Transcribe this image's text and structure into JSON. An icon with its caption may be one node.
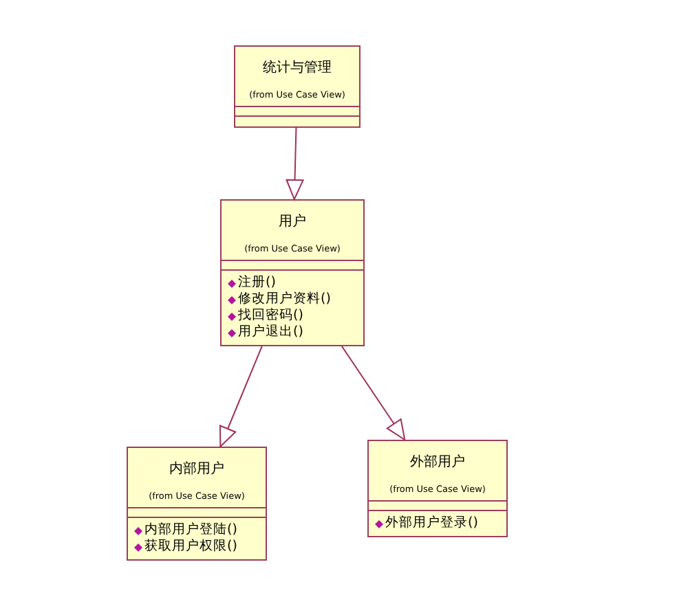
{
  "diagram": {
    "nodes": [
      {
        "text": [
          "统计与管理",
          "(from Use Case View)"
        ]
      },
      {
        "text": [
          "用户",
          "(from Use Case View)",
          "注册()",
          "修改用户资料()",
          "找回密码()",
          "用户退出()"
        ]
      },
      {
        "text": [
          "内部用户",
          "(from Use Case View)",
          "内部用户登陆()",
          "获取用户权限()"
        ]
      },
      {
        "text": [
          "外部用户",
          "(from Use Case View)",
          "外部用户登录()"
        ]
      }
    ],
    "edges": [
      {
        "from": 0,
        "to": 1,
        "arrow": "to"
      },
      {
        "from": 1,
        "to": 2,
        "arrow": "to"
      },
      {
        "from": 1,
        "to": 3,
        "arrow": "to"
      }
    ]
  }
}
